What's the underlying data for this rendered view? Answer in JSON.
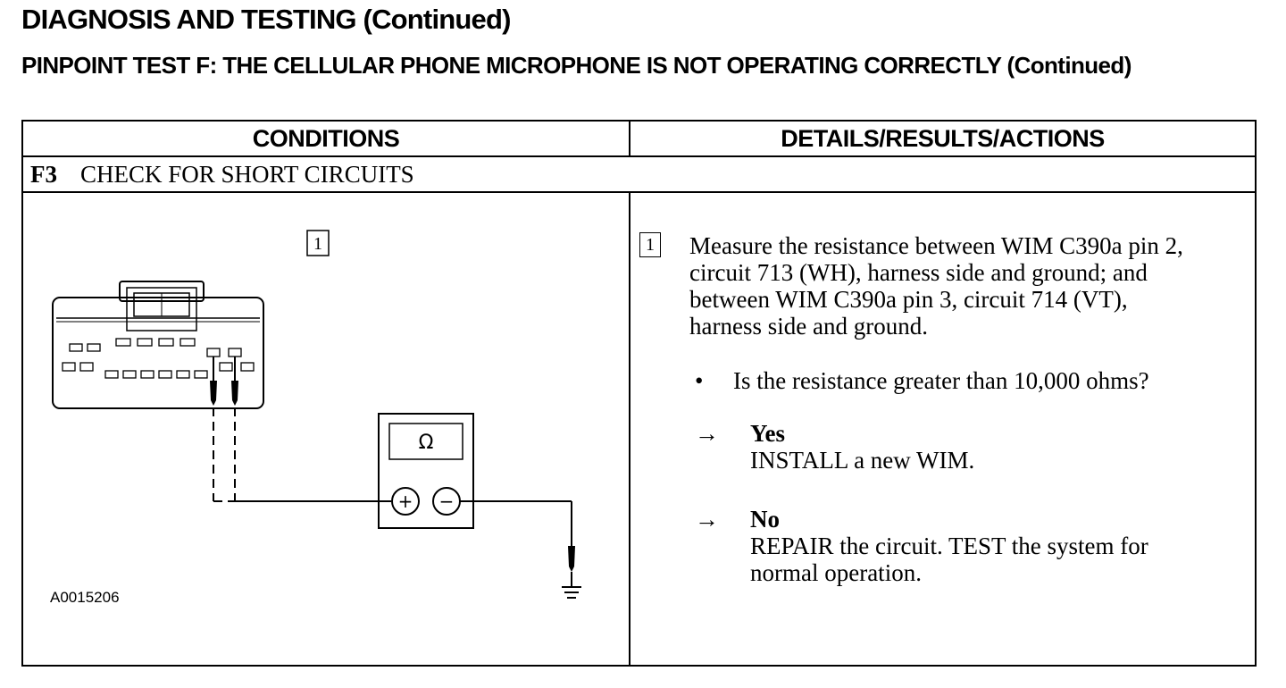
{
  "header": {
    "title": "DIAGNOSIS AND TESTING (Continued)",
    "subtitle": "PINPOINT TEST F:  THE CELLULAR PHONE MICROPHONE IS NOT OPERATING CORRECTLY (Continued)"
  },
  "table": {
    "col_conditions": "CONDITIONS",
    "col_details": "DETAILS/RESULTS/ACTIONS",
    "step_id": "F3",
    "step_title": "CHECK FOR SHORT CIRCUITS"
  },
  "diagram": {
    "callout": "1",
    "meter_symbol": "Ω",
    "plus": "+",
    "minus": "−",
    "figure_id": "A0015206"
  },
  "details": {
    "callout": "1",
    "instruction_lines": [
      "Measure the resistance between WIM C390a pin 2,",
      "circuit 713 (WH), harness side and ground; and",
      "between WIM C390a pin 3, circuit 714 (VT),",
      "harness side and ground."
    ],
    "bullet": "•",
    "question": "Is the resistance greater than 10,000 ohms?",
    "arrow": "→",
    "yes_label": "Yes",
    "yes_action": "INSTALL a new WIM.",
    "no_label": "No",
    "no_action_lines": [
      "REPAIR the circuit. TEST the system for",
      "normal operation."
    ]
  }
}
